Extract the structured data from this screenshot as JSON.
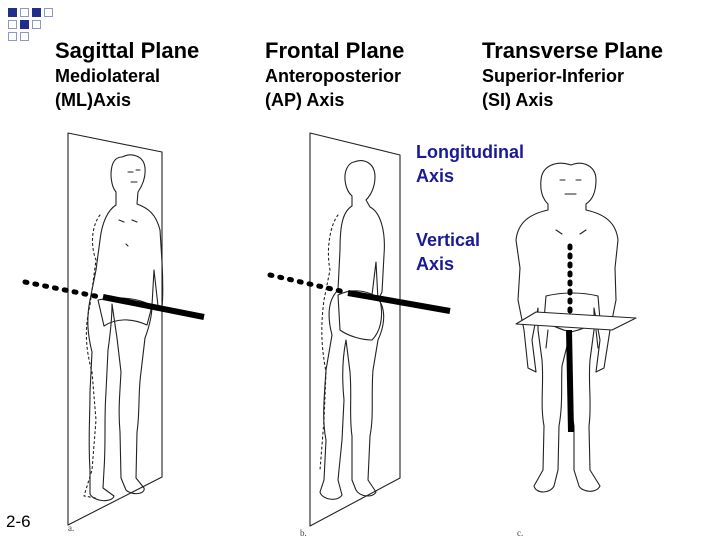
{
  "planes": [
    {
      "title": "Sagittal Plane",
      "axis_line1": "Mediolateral",
      "axis_line2": "(ML)Axis"
    },
    {
      "title": "Frontal Plane",
      "axis_line1": "Anteroposterior",
      "axis_line2": "(AP) Axis"
    },
    {
      "title": "Transverse Plane",
      "axis_line1": "Superior-Inferior",
      "axis_line2": "(SI) Axis"
    }
  ],
  "longitudinal": {
    "line1": "Longitudinal",
    "line2": "Axis"
  },
  "vertical": {
    "line1": "Vertical",
    "line2": "Axis"
  },
  "slide_number": "2-6",
  "figure_letters": [
    "a.",
    "b.",
    "c."
  ],
  "colors": {
    "accent_blue": "#1a1a99",
    "deco_square": "#1f2f8a"
  }
}
